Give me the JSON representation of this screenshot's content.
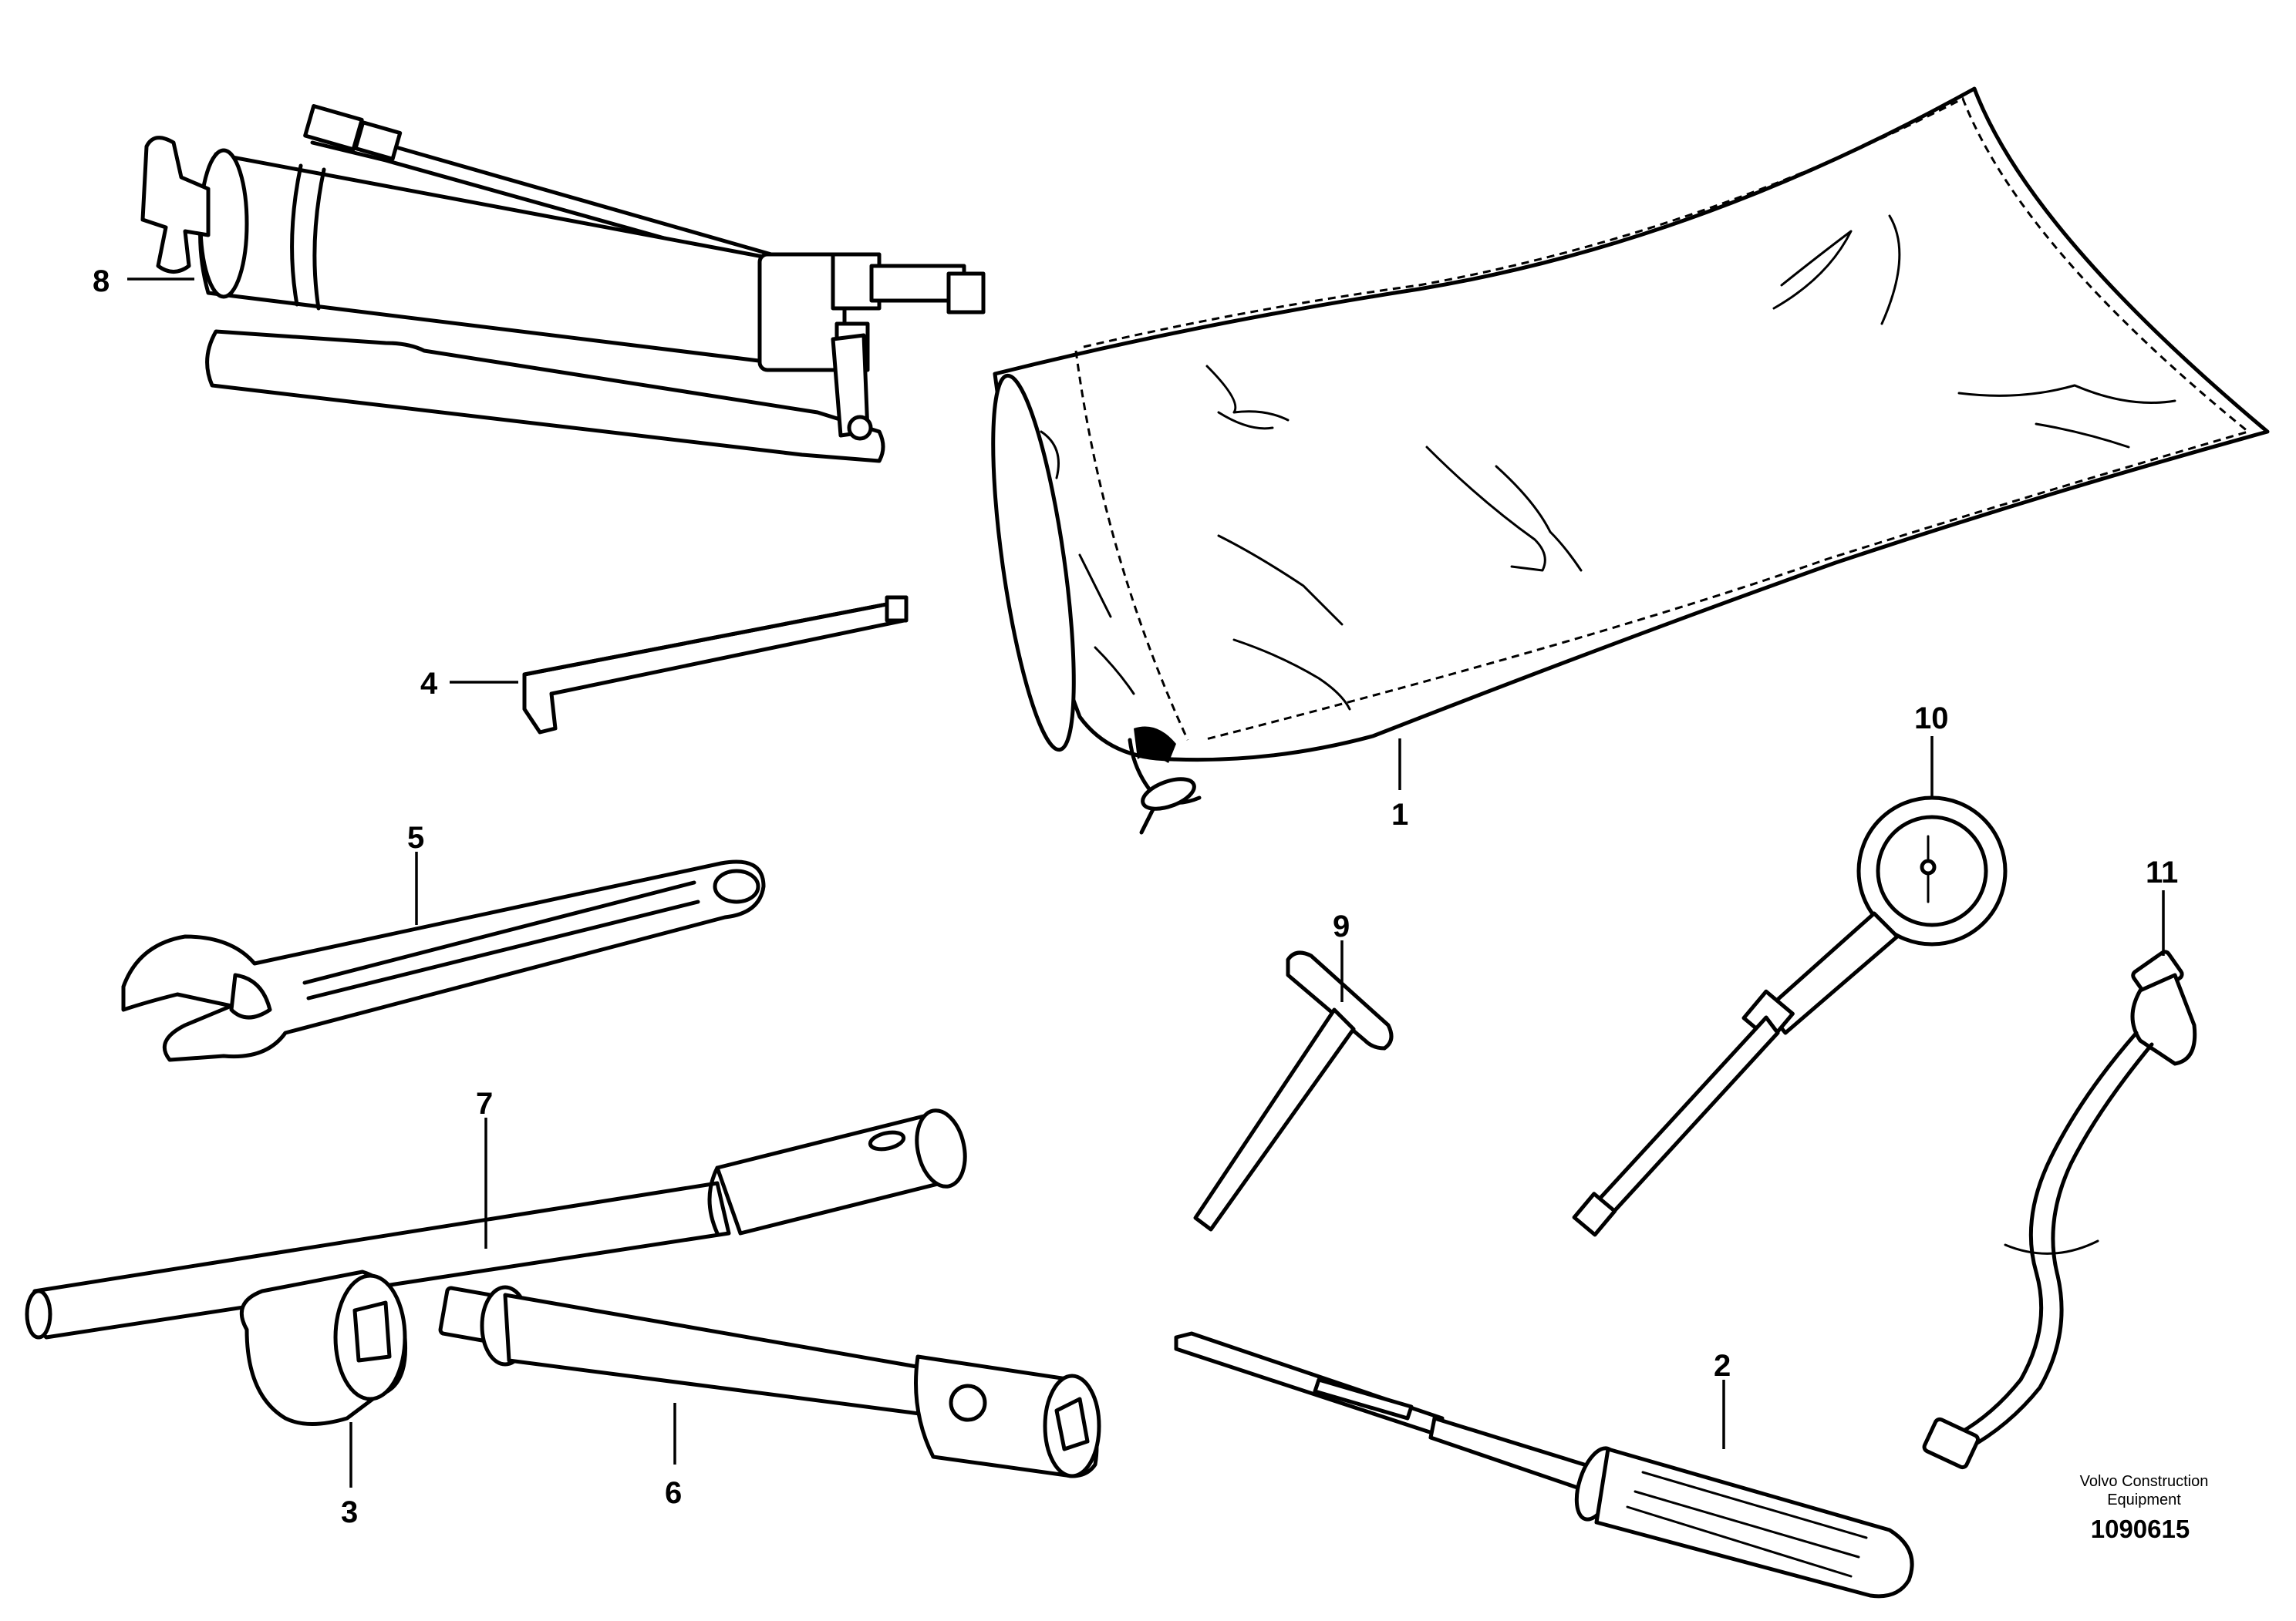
{
  "callouts": {
    "c1": "1",
    "c2": "2",
    "c3": "3",
    "c4": "4",
    "c5": "5",
    "c6": "6",
    "c7": "7",
    "c8": "8",
    "c9": "9",
    "c10": "10",
    "c11": "11"
  },
  "footer": {
    "credit_line1": "Volvo Construction",
    "credit_line2": "Equipment",
    "part_number": "1090615"
  }
}
